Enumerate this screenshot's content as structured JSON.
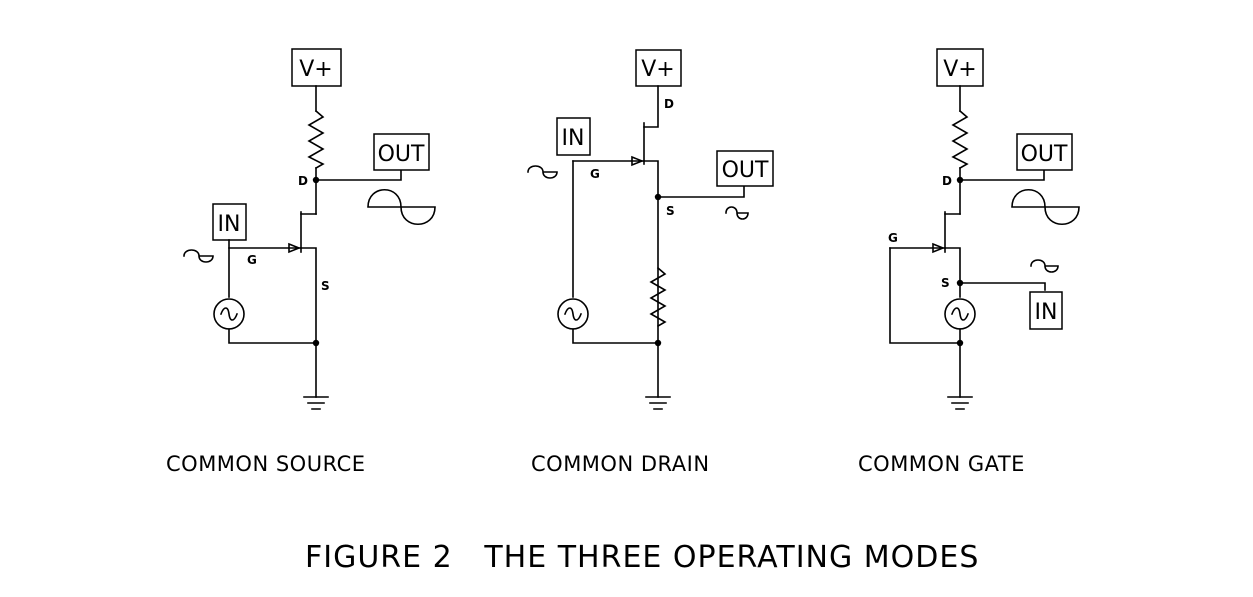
{
  "labels": {
    "vplus": "V+",
    "out": "OUT",
    "in": "IN",
    "drain": "D",
    "gate": "G",
    "source": "S"
  },
  "circuits": [
    {
      "caption": "COMMON SOURCE"
    },
    {
      "caption": "COMMON DRAIN"
    },
    {
      "caption": "COMMON GATE"
    }
  ],
  "figure_caption": "FIGURE 2   THE THREE OPERATING MODES"
}
